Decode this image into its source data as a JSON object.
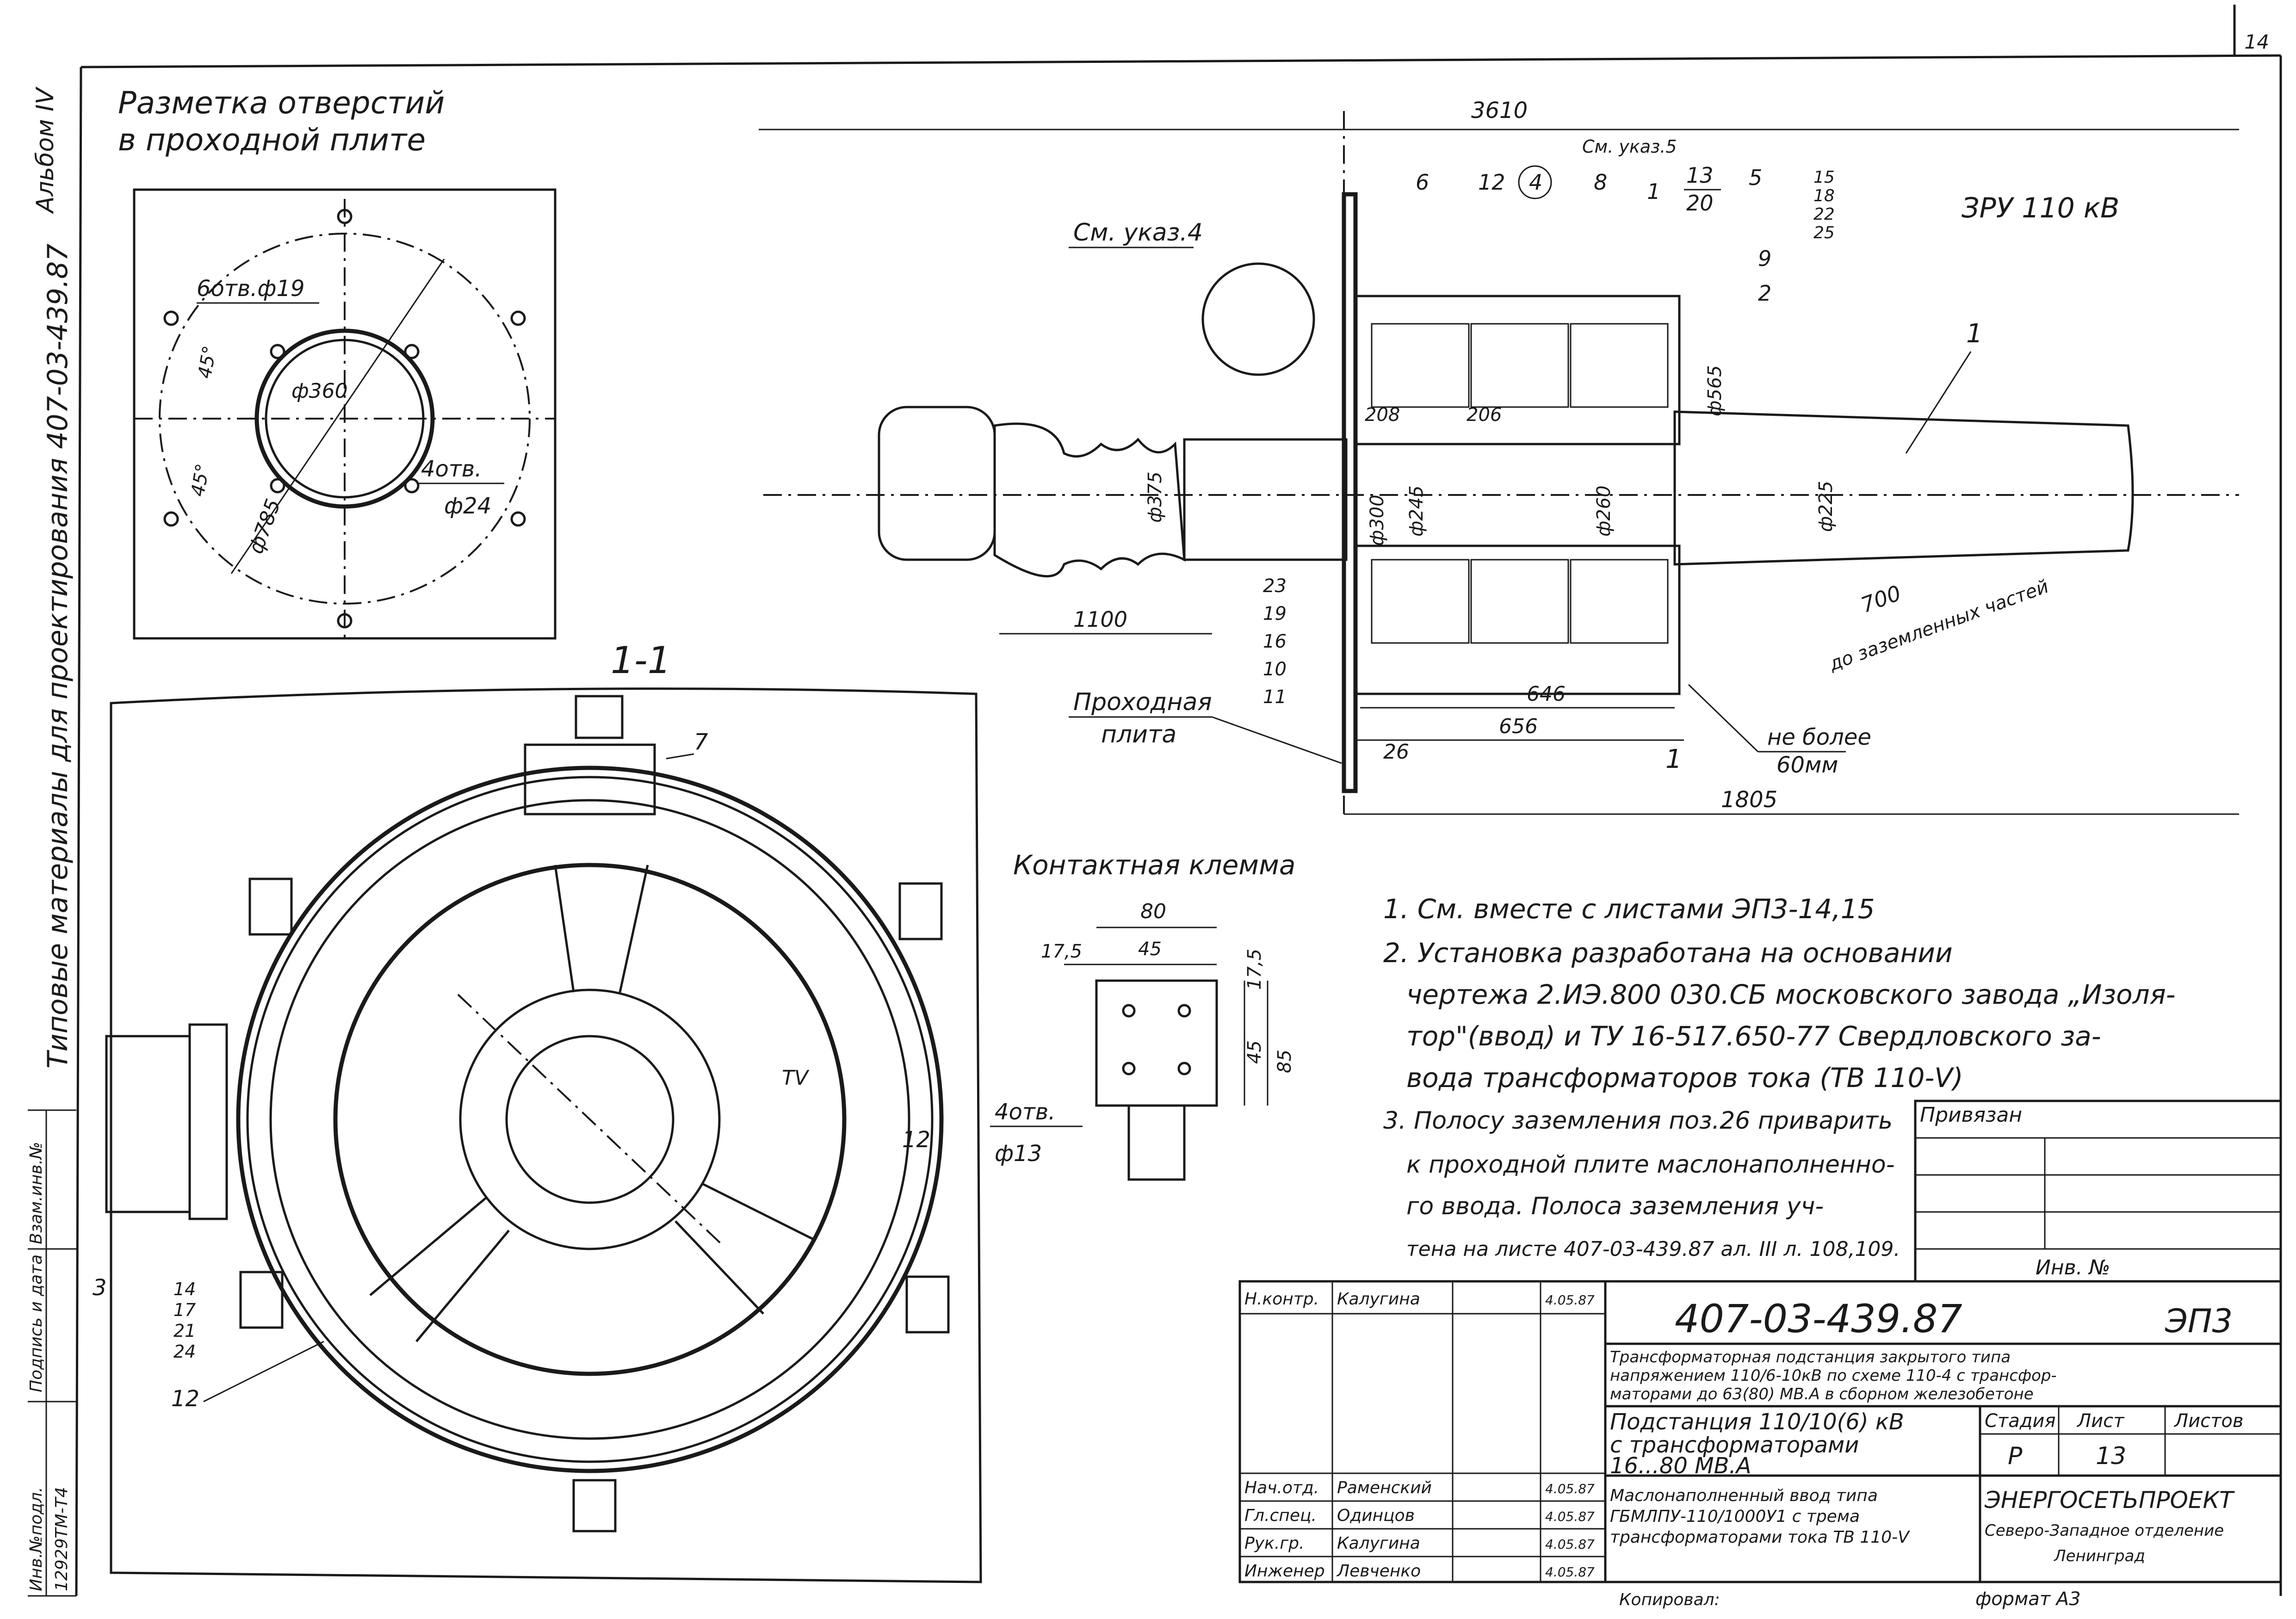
{
  "sheet": {
    "page_number": "14",
    "album": "Альбом IV",
    "vertical_caption": "Типовые материалы для проектирования 407-03-439.87"
  },
  "hole_layout": {
    "title_line1": "Разметка отверстий",
    "title_line2": "в проходной плите",
    "label_6_holes": "6отв.ф19",
    "label_4_holes": "4отв.",
    "label_4_holes_dia": "ф24",
    "dim_d360": "ф360",
    "dim_d785": "ф785",
    "angle_a": "45°",
    "angle_b": "45°"
  },
  "section_view": {
    "title": "1-1",
    "label_7": "7",
    "label_12a": "12",
    "label_12b": "12",
    "label_3": "3",
    "label_tv": "TV",
    "label_4holes": "4отв.",
    "label_4holes_dia": "ф13",
    "callouts_left": [
      "14",
      "17",
      "21",
      "24"
    ]
  },
  "main_view": {
    "dim_total": "3610",
    "label_zru": "ЗРУ 110 кВ",
    "label_see_4": "См. указ.4",
    "label_see_5": "См. указ.5",
    "positions_top": [
      "6",
      "12",
      "4",
      "8",
      "1",
      "13",
      "20",
      "5",
      "9",
      "2"
    ],
    "positions_right_stack": [
      "15",
      "18",
      "22",
      "25"
    ],
    "label_1": "1",
    "dim_208": "208",
    "dim_206": "206",
    "dim_565": "ф565",
    "dim_375": "ф375",
    "dim_300": "ф300",
    "dim_245": "ф245",
    "dim_260": "ф260",
    "dim_225": "ф225",
    "dim_1100": "1100",
    "dim_646": "646",
    "dim_656": "656",
    "dim_1805": "1805",
    "dim_700": "700",
    "label_grounded": "до заземленных частей",
    "label_plate_1": "Проходная",
    "label_plate_2": "плита",
    "label_max_1": "не более",
    "label_max_2": "60мм",
    "positions_left": [
      "23",
      "19",
      "16",
      "10",
      "11"
    ],
    "position_26": "26",
    "section_mark": "1"
  },
  "clamp": {
    "title": "Контактная клемма",
    "dim_80": "80",
    "dim_17_5a": "17,5",
    "dim_45a": "45",
    "dim_17_5b": "17,5",
    "dim_45b": "45",
    "dim_85": "85"
  },
  "notes": [
    "1. См. вместе с листами ЭП3-14,15",
    "2. Установка разработана на основании",
    "чертежа 2.ИЭ.800 030.СБ московского завода „Изоля-",
    "тор\"(ввод) и ТУ 16-517.650-77 Свердловского за-",
    "вода трансформаторов тока (ТВ 110-V)",
    "3. Полосу заземления поз.26 приварить",
    "к проходной плите маслонаполненно-",
    "го ввода. Полоса заземления уч-",
    "тена на листе 407-03-439.87 ал. III л. 108,109."
  ],
  "title_block": {
    "privyazan": "Привязан",
    "inv_no": "Инв. №",
    "code": "407-03-439.87",
    "sheet_code": "ЭП3",
    "description": [
      "Трансформаторная подстанция закрытого типа",
      "напряжением 110/6-10кВ по схеме 110-4 с трансфор-",
      "маторами до 63(80) МВ.А в сборном железобетоне"
    ],
    "substation": [
      "Подстанция 110/10(6) кВ",
      "с трансформаторами",
      "16...80 МВ.А"
    ],
    "sheet_title": [
      "Маслонаполненный ввод типа",
      "ГБМЛПУ-110/1000У1 с трема",
      "трансформаторами тока ТВ 110-V"
    ],
    "stage_label": "Стадия",
    "sheet_label": "Лист",
    "sheets_label": "Листов",
    "stage": "Р",
    "sheet": "13",
    "org_1": "ЭНЕРГОСЕТЬПРОЕКТ",
    "org_2": "Северо-Западное отделение",
    "org_3": "Ленинград",
    "copied": "Копировал:",
    "format": "формат А3",
    "roles": [
      {
        "role": "Н.контр.",
        "name": "Калугина",
        "date": "4.05.87"
      },
      {
        "role": "Нач.отд.",
        "name": "Раменский",
        "date": "4.05.87"
      },
      {
        "role": "Гл.спец.",
        "name": "Одинцов",
        "date": "4.05.87"
      },
      {
        "role": "Рук.гр.",
        "name": "Калугина",
        "date": "4.05.87"
      },
      {
        "role": "Инженер",
        "name": "Левченко",
        "date": "4.05.87"
      }
    ]
  },
  "left_margin": {
    "vzam": "Взам.инв.№",
    "sign_date": "Подпись и дата",
    "inv_podl": "Инв.№подл.",
    "inv_number": "12929ТМ-Т4"
  }
}
